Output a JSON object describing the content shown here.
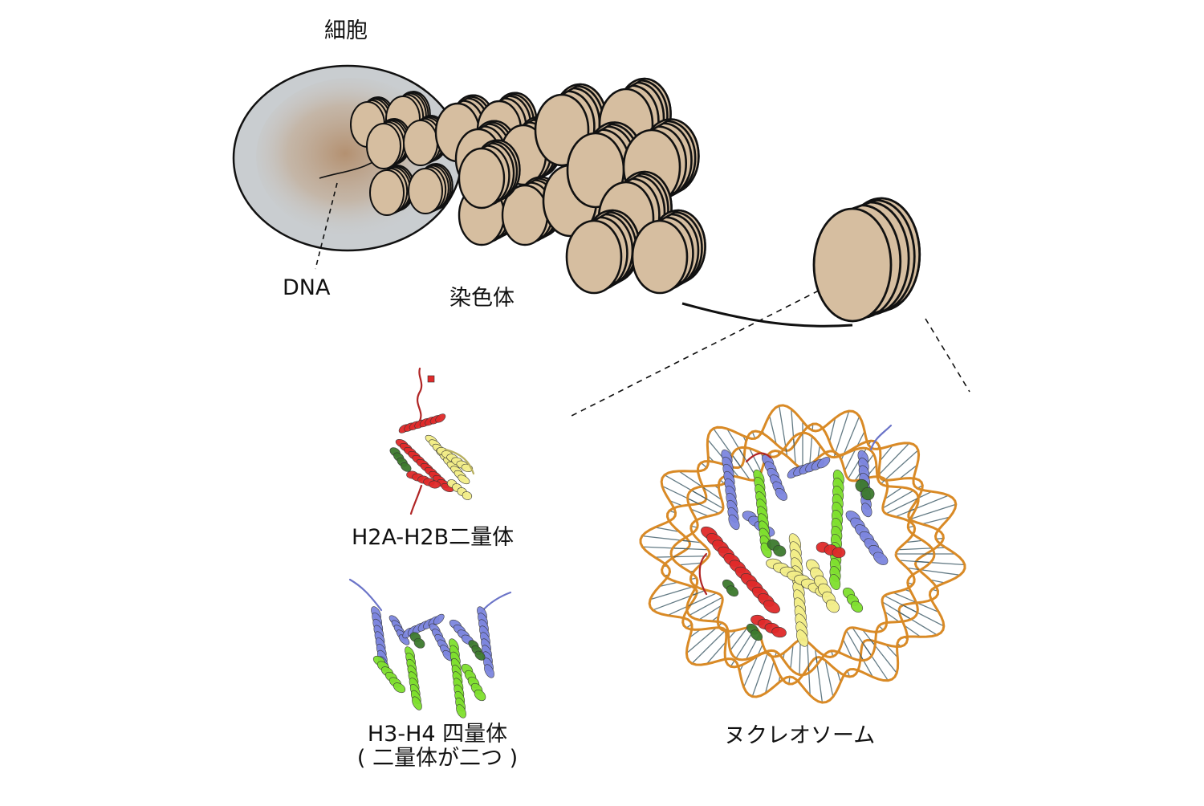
{
  "labels": {
    "cell": "細胞",
    "dna": "DNA",
    "chromosome": "染色体",
    "h2a_h2b": "H2A-H2B二量体",
    "h3_h4_line1": "H3-H4 四量体",
    "h3_h4_line2": "( 二量体が二つ )",
    "nucleosome": "ヌクレオソーム"
  },
  "colors": {
    "cell_fill": "#c9cdd0",
    "dna_cloud": "#b8906a",
    "disc_fill": "#d6bea0",
    "outline": "#111111",
    "dna_backbone": "#d98a26",
    "dna_rungs": "#3d5a66",
    "histone_h2a": "#e02a2a",
    "histone_h2b": "#f3ee88",
    "histone_h3": "#7d86df",
    "histone_h4": "#7fe02e",
    "dark_green": "#3d7a2e"
  }
}
